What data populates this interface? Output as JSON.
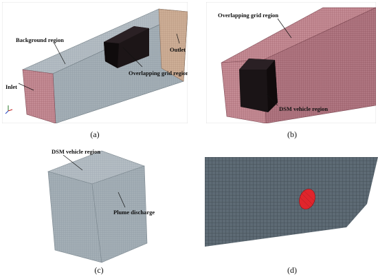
{
  "panels": [
    {
      "id": "a",
      "caption": "(a)",
      "labels": {
        "background": "Background region",
        "outlet": "Outlet",
        "overlapping": "Overlapping grid region",
        "inlet": "Inlet"
      }
    },
    {
      "id": "b",
      "caption": "(b)",
      "labels": {
        "overlapping": "Overlapping grid region",
        "dsm": "DSM vehicle region"
      }
    },
    {
      "id": "c",
      "caption": "(c)",
      "labels": {
        "dsm": "DSM vehicle region",
        "plume": "Plume discharge"
      }
    },
    {
      "id": "d",
      "caption": "(d)",
      "labels": {}
    }
  ],
  "colors": {
    "mesh_gray": "#9aa6ae",
    "mesh_pink": "#c07f8a",
    "dark_block": "#1a1416",
    "plume_red": "#e0252c",
    "outlet_tan": "#c9a88e"
  }
}
